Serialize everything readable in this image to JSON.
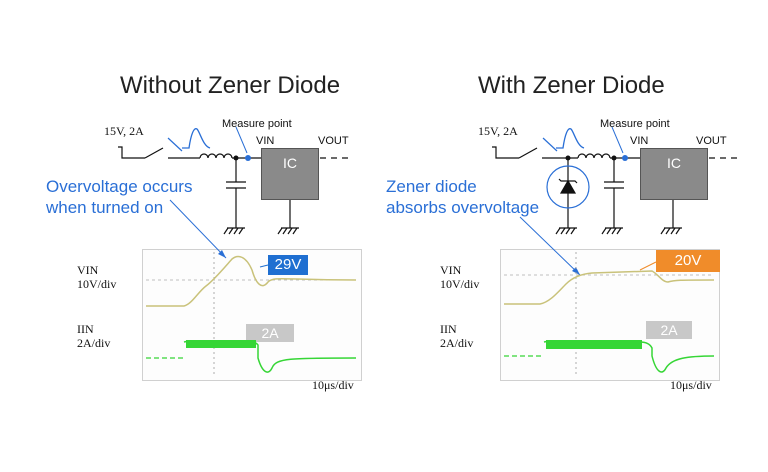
{
  "left": {
    "title": "Without Zener Diode",
    "annotation_line1": "Overvoltage occurs",
    "annotation_line2": "when turned on",
    "source_label": "15V, 2A",
    "measure_point": "Measure point",
    "vin_label": "VIN",
    "vout_label": "VOUT",
    "ic_label": "IC",
    "scope": {
      "vin_scale_line1": "VIN",
      "vin_scale_line2": "10V/div",
      "iin_scale_line1": "IIN",
      "iin_scale_line2": "2A/div",
      "time_scale": "10μs/div",
      "voltage_badge": "29V",
      "current_badge": "2A"
    }
  },
  "right": {
    "title": "With Zener Diode",
    "annotation_line1": "Zener diode",
    "annotation_line2": "absorbs overvoltage",
    "source_label": "15V, 2A",
    "measure_point": "Measure point",
    "vin_label": "VIN",
    "vout_label": "VOUT",
    "ic_label": "IC",
    "scope": {
      "vin_scale_line1": "VIN",
      "vin_scale_line2": "10V/div",
      "iin_scale_line1": "IIN",
      "iin_scale_line2": "2A/div",
      "time_scale": "10μs/div",
      "voltage_badge": "20V",
      "current_badge": "2A"
    }
  },
  "colors": {
    "annotation": "#2a6fd6",
    "badge_29v": "#1f6fd1",
    "badge_20v": "#f08c2a",
    "badge_2a": "#c8c8c8",
    "voltage_trace": "#c9c27a",
    "current_trace": "#36d636"
  }
}
